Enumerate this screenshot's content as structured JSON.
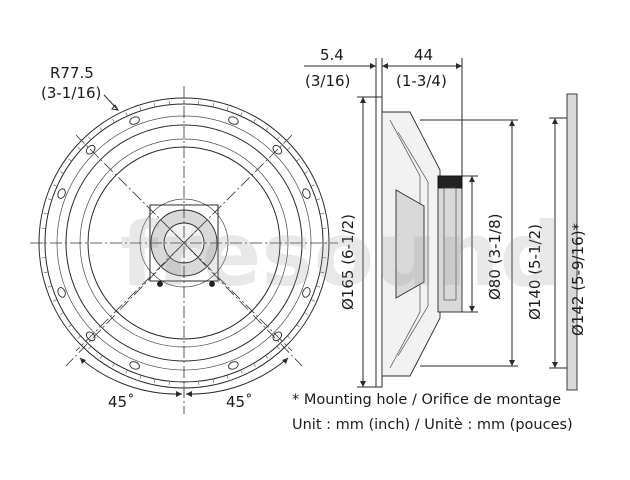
{
  "front_view": {
    "radius_label": "R77.5",
    "radius_label_inch": "(3-1/16)",
    "angle_left": "45˚",
    "angle_right": "45˚"
  },
  "side_view": {
    "flange_thickness": "5.4",
    "flange_thickness_inch": "(3/16)",
    "mounting_depth": "44",
    "mounting_depth_inch": "(1-3/4)",
    "outer_diameter": "Ø165 (6-1/2)",
    "magnet_diameter": "Ø80 (3-1/8)",
    "cutout_diameter": "Ø140 (5-1/2)",
    "mounting_hole_diameter": "Ø142 (5-9/16)*"
  },
  "notes": {
    "mounting_hole": "* Mounting hole / Orifice de montage",
    "unit": "Unit : mm (inch) / Unitè : mm (pouces)"
  },
  "watermark": "fresound",
  "colors": {
    "line": "#2a2a2a",
    "shade": "#d9d9d9",
    "magnet": "#222222"
  }
}
